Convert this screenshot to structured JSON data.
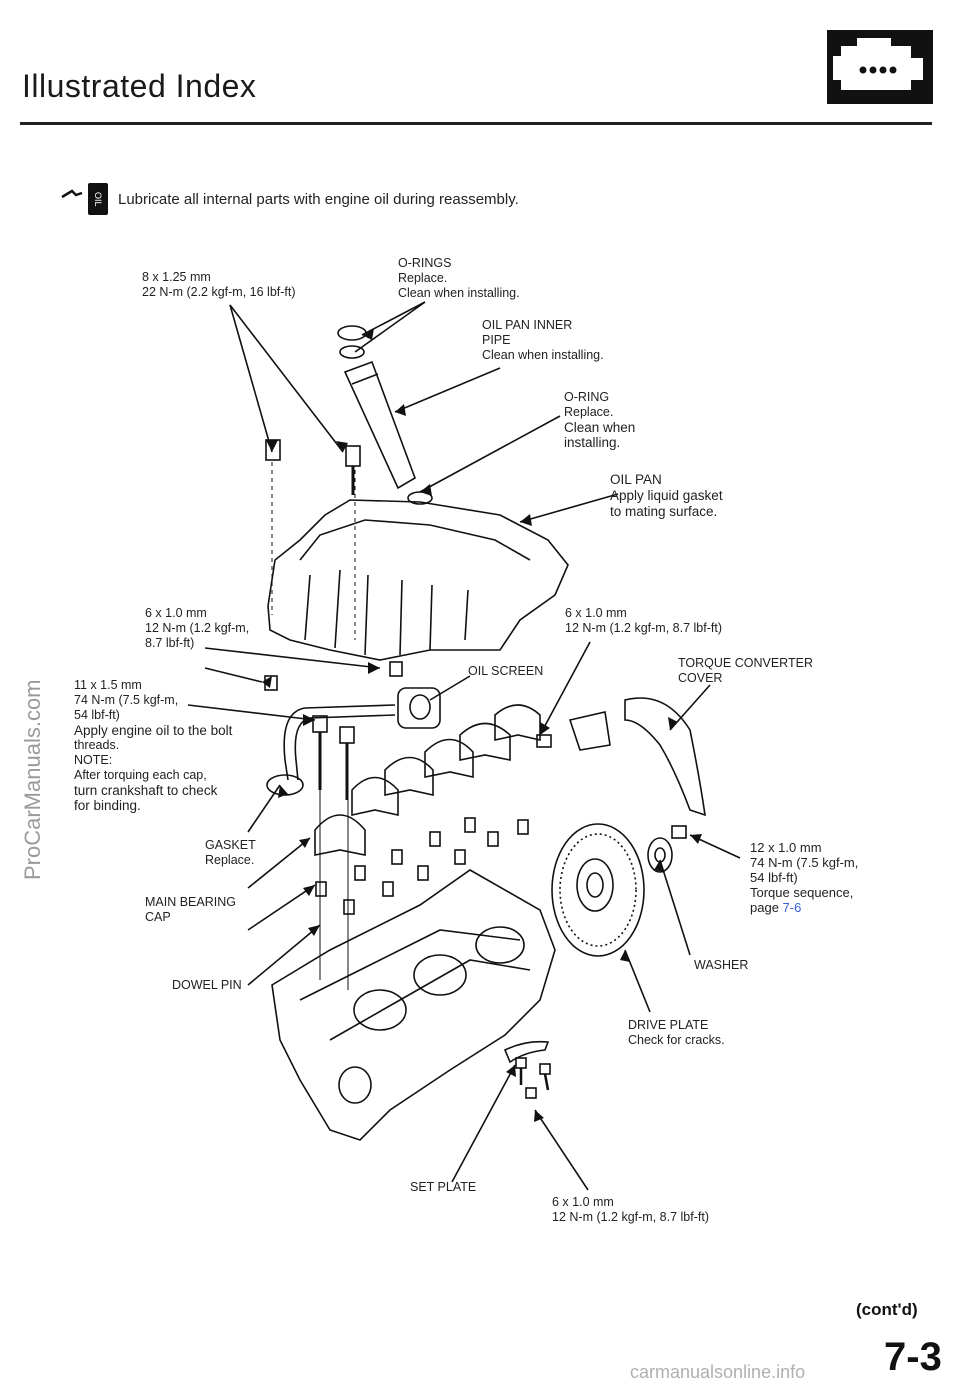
{
  "header": {
    "title": "Illustrated Index"
  },
  "lubrication_note": {
    "icon_label": "OIL",
    "text": "Lubricate all internal parts with engine oil during reassembly."
  },
  "labels": {
    "bolt_8x125": {
      "line1": "8 x 1.25 mm",
      "line2": "22 N-m (2.2 kgf-m, 16 lbf-ft)"
    },
    "o_rings": {
      "line1": "O-RINGS",
      "line2": "Replace.",
      "line3": "Clean  when  installing."
    },
    "oil_pan_inner_pipe": {
      "line1": "OIL  PAN  INNER",
      "line2": "PIPE",
      "line3": "Clean  when  installing."
    },
    "o_ring": {
      "line1": "O-RING",
      "line2": "Replace.",
      "line3": "Clean when",
      "line4": "installing."
    },
    "oil_pan": {
      "line1": "OIL PAN",
      "line2": "Apply liquid gasket",
      "line3": "to mating surface."
    },
    "bolt_6x10_left": {
      "line1": "6 x 1.0 mm",
      "line2": "12 N-m (1.2 kgf-m,",
      "line3": "8.7 lbf-ft)"
    },
    "bolt_6x10_right": {
      "line1": "6 x 1.0 mm",
      "line2": "12 N-m (1.2 kgf-m, 8.7 lbf-ft)"
    },
    "oil_screen": {
      "line1": "OIL SCREEN"
    },
    "torque_converter_cover": {
      "line1": "TORQUE  CONVERTER",
      "line2": "COVER"
    },
    "bolt_11x15": {
      "line1": "11 x 1.5 mm",
      "line2": "74 N-m (7.5 kgf-m,",
      "line3": "54 lbf-ft)",
      "line4": "Apply engine oil to the bolt",
      "line5": "threads.",
      "line6": "NOTE:",
      "line7": "After torquing each cap,",
      "line8": "turn crankshaft to check",
      "line9": "for binding."
    },
    "gasket": {
      "line1": "GASKET",
      "line2": "Replace."
    },
    "main_bearing_cap": {
      "line1": "MAIN BEARING",
      "line2": "CAP"
    },
    "dowel_pin": {
      "line1": "DOWEL  PIN"
    },
    "bolt_12x10": {
      "line1": "12 x 1.0 mm",
      "line2": "74 N-m (7.5 kgf-m,",
      "line3": "54 lbf-ft)",
      "line4": "Torque sequence,",
      "line5": "page ",
      "link": "7-6"
    },
    "washer": {
      "line1": "WASHER"
    },
    "drive_plate": {
      "line1": "DRIVE PLATE",
      "line2": "Check for cracks."
    },
    "set_plate": {
      "line1": "SET PLATE"
    },
    "bolt_6x10_bottom": {
      "line1": "6 x 1.0 mm",
      "line2": "12 N-m (1.2 kgf-m, 8.7 lbf-ft)"
    }
  },
  "footer": {
    "contd": "(cont'd)",
    "page_number": "7-3",
    "watermark_left": "ProCarManuals.com",
    "watermark_bottom": "carmanualsonline.info"
  },
  "colors": {
    "ink": "#111111",
    "link": "#3a5fd9",
    "watermark": "#9a9a9a"
  }
}
